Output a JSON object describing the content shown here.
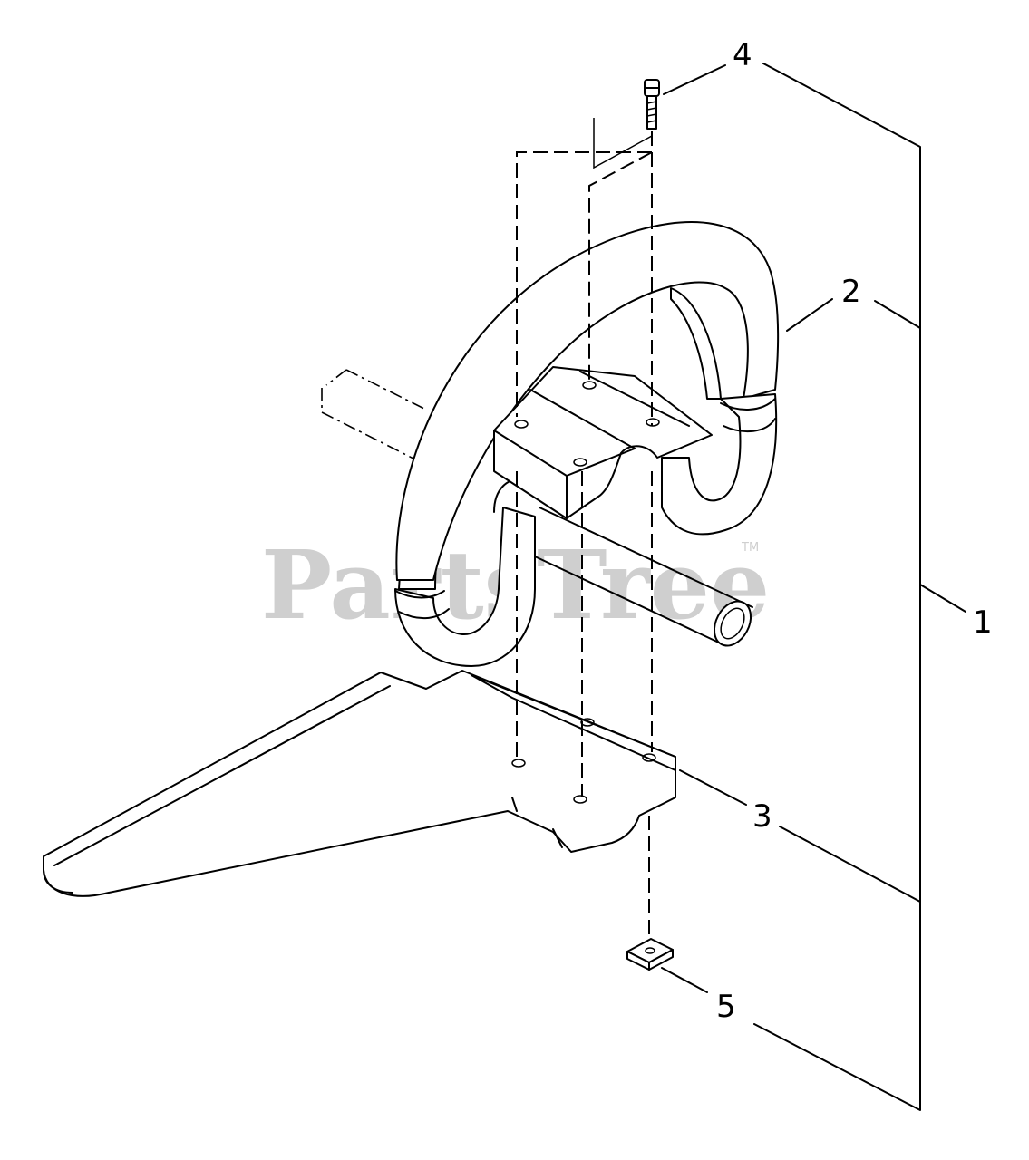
{
  "diagram": {
    "callouts": [
      {
        "id": "1",
        "text": "1"
      },
      {
        "id": "2",
        "text": "2"
      },
      {
        "id": "3",
        "text": "3"
      },
      {
        "id": "4",
        "text": "4"
      },
      {
        "id": "5",
        "text": "5"
      }
    ],
    "watermark": {
      "text": "PartsTree",
      "trademark": "TM"
    },
    "colors": {
      "line": "#000000",
      "background": "#ffffff",
      "watermark": "#cfcfcf"
    }
  }
}
